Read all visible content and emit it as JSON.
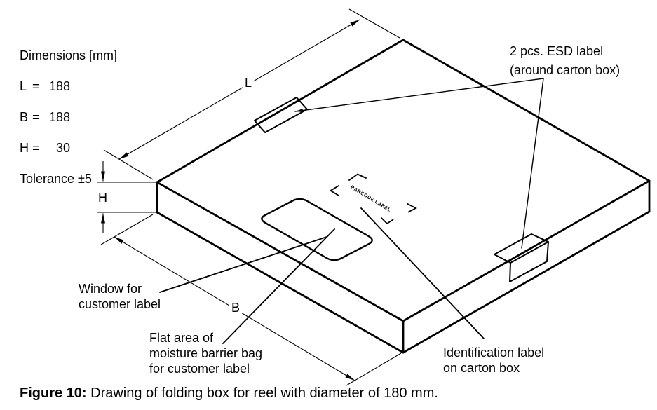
{
  "ink_color": "#000000",
  "background_color": "#ffffff",
  "note": {
    "title": "Dimensions [mm]",
    "eq": "=",
    "rows": [
      {
        "name": "L",
        "value": "188"
      },
      {
        "name": "B",
        "value": "188"
      },
      {
        "name": "H",
        "value": "30"
      }
    ],
    "tolerance": "Tolerance ±5"
  },
  "dims": {
    "length": "L",
    "width": "B",
    "height": "H"
  },
  "callouts": {
    "esd": "2 pcs. ESD label\n(around carton box)",
    "window": "Window for\ncustomer label",
    "flat": "Flat area of\nmoisture barrier bag\nfor customer label",
    "ident": "Identification label\non carton box"
  },
  "barcode": "BARCODE LABEL",
  "caption": {
    "label": "Figure 10:",
    "text": " Drawing of folding box for reel with diameter of 180 mm."
  }
}
